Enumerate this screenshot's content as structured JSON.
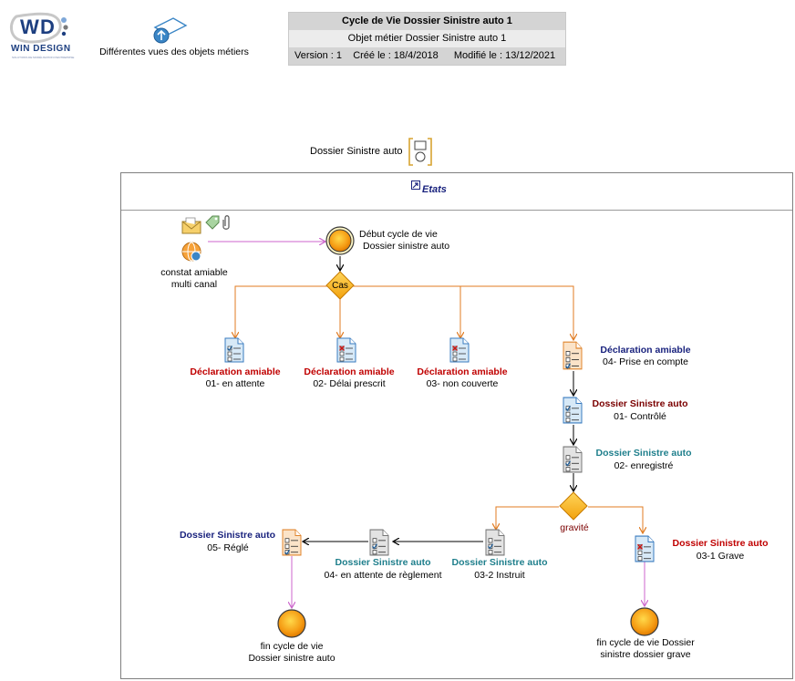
{
  "header": {
    "logo_text": "WIN DESIGN",
    "logo_tagline": "SOLUTIONS DE MODÉLISATION D'ENTREPRISE",
    "views_label": "Différentes vues des objets métiers",
    "title": "Cycle de Vie Dossier Sinistre auto 1",
    "subtitle": "Objet métier Dossier Sinistre auto 1",
    "version": "Version : 1",
    "created": "Créé le : 18/4/2018",
    "modified": "Modifié le : 13/12/2021"
  },
  "business_object": {
    "label": "Dossier Sinistre auto"
  },
  "frame": {
    "title": "Etats"
  },
  "nodes": {
    "source": {
      "line1": "constat amiable",
      "line2": "multi canal"
    },
    "start": {
      "line1": "Début cycle de vie",
      "line2": "Dossier sinistre auto"
    },
    "cas": {
      "label": "Cas"
    },
    "s01_attente": {
      "name": "Déclaration amiable",
      "state": "01- en attente"
    },
    "s02_delai": {
      "name": "Déclaration amiable",
      "state": "02- Délai prescrit"
    },
    "s03_non": {
      "name": "Déclaration amiable",
      "state": "03- non couverte"
    },
    "s04_prise": {
      "name": "Déclaration amiable",
      "state": "04- Prise en compte"
    },
    "d01_controle": {
      "name": "Dossier Sinistre auto",
      "state": "01- Contrôlé"
    },
    "d02_enreg": {
      "name": "Dossier Sinistre auto",
      "state": "02- enregistré"
    },
    "gravite": {
      "label": "gravité"
    },
    "d031_grave": {
      "name": "Dossier Sinistre auto",
      "state": "03-1  Grave"
    },
    "d032_instruit": {
      "name": "Dossier Sinistre auto",
      "state": "03-2 Instruit"
    },
    "d04_attente": {
      "name": "Dossier Sinistre auto",
      "state": "04- en attente de règlement"
    },
    "d05_regle": {
      "name": "Dossier Sinistre auto",
      "state": "05- Réglé"
    },
    "end1": {
      "line1": "fin cycle de vie",
      "line2": "Dossier sinistre auto"
    },
    "end2": {
      "line1": "fin cycle de vie Dossier",
      "line2": "sinistre dossier grave"
    }
  },
  "colors": {
    "orange_line": "#e07b22",
    "pink_line": "#cc66cc",
    "label_red": "#c00000",
    "label_navy": "#1a237e",
    "label_teal": "#1f7f8c",
    "label_maroon": "#7b0000",
    "diamond_fill": "#f5b021"
  },
  "icons": {
    "logo": "windesign-logo-icon",
    "views": "views-upload-icon",
    "object": "business-object-icon",
    "frame_link": "shortcut-arrow-icon",
    "source": [
      "envelope-icon",
      "tag-icon",
      "paperclip-icon",
      "web-globe-icon"
    ],
    "state": "state-document-icon"
  }
}
